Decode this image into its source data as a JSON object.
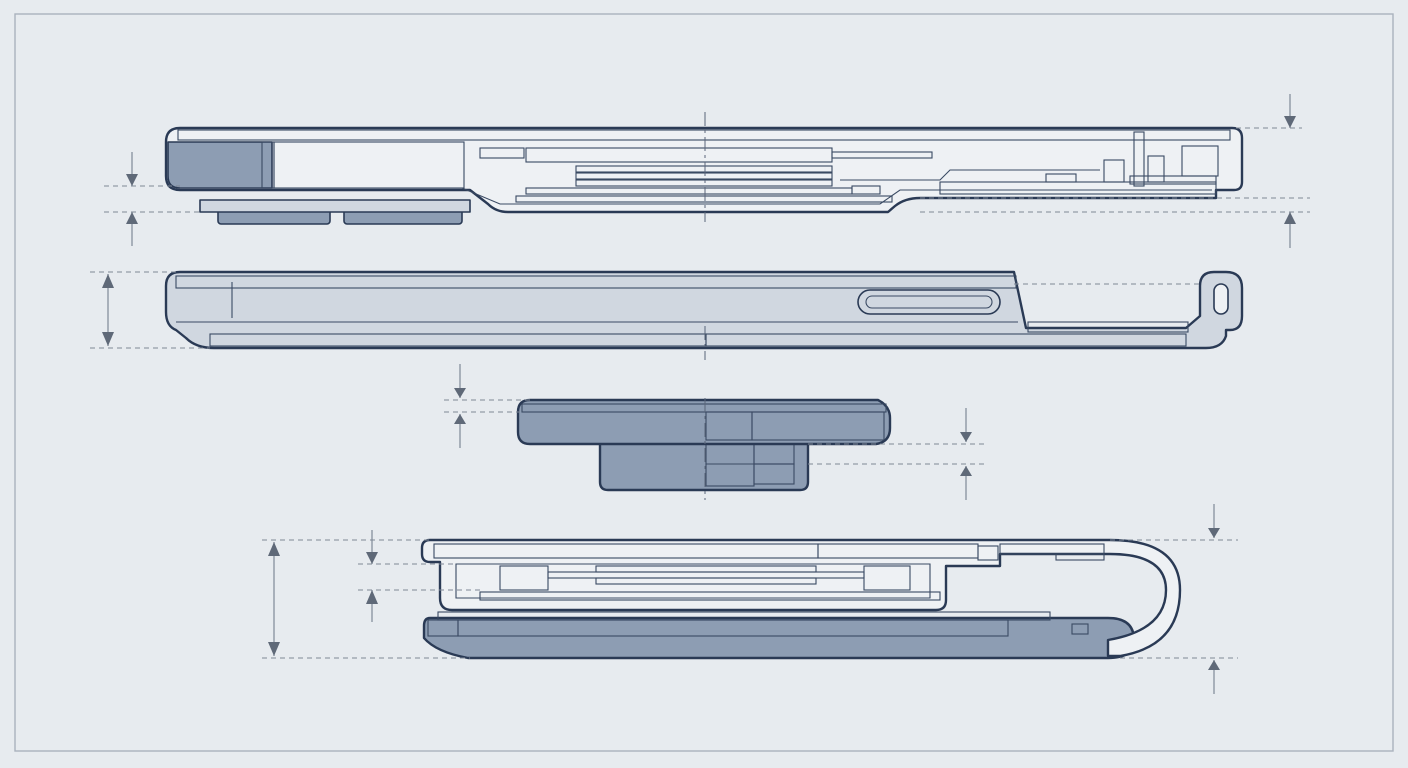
{
  "colors": {
    "background": "#e7ebef",
    "outline": "#2a3a55",
    "dark_fill": "#8d9db3",
    "mid_fill": "#b4bfcd",
    "light_fill": "#d0d7e0",
    "pale_fill": "#eef1f4",
    "accent_fill": "#dde7f3",
    "dimension": "#7f8896"
  },
  "sections": [
    {
      "id": "section-1",
      "description_icon": "cross-section-top-assembly"
    },
    {
      "id": "section-2",
      "description_icon": "side-profile-housing"
    },
    {
      "id": "section-3",
      "description_icon": "button-knob-section"
    },
    {
      "id": "section-4",
      "description_icon": "hinged-clip-section"
    }
  ]
}
